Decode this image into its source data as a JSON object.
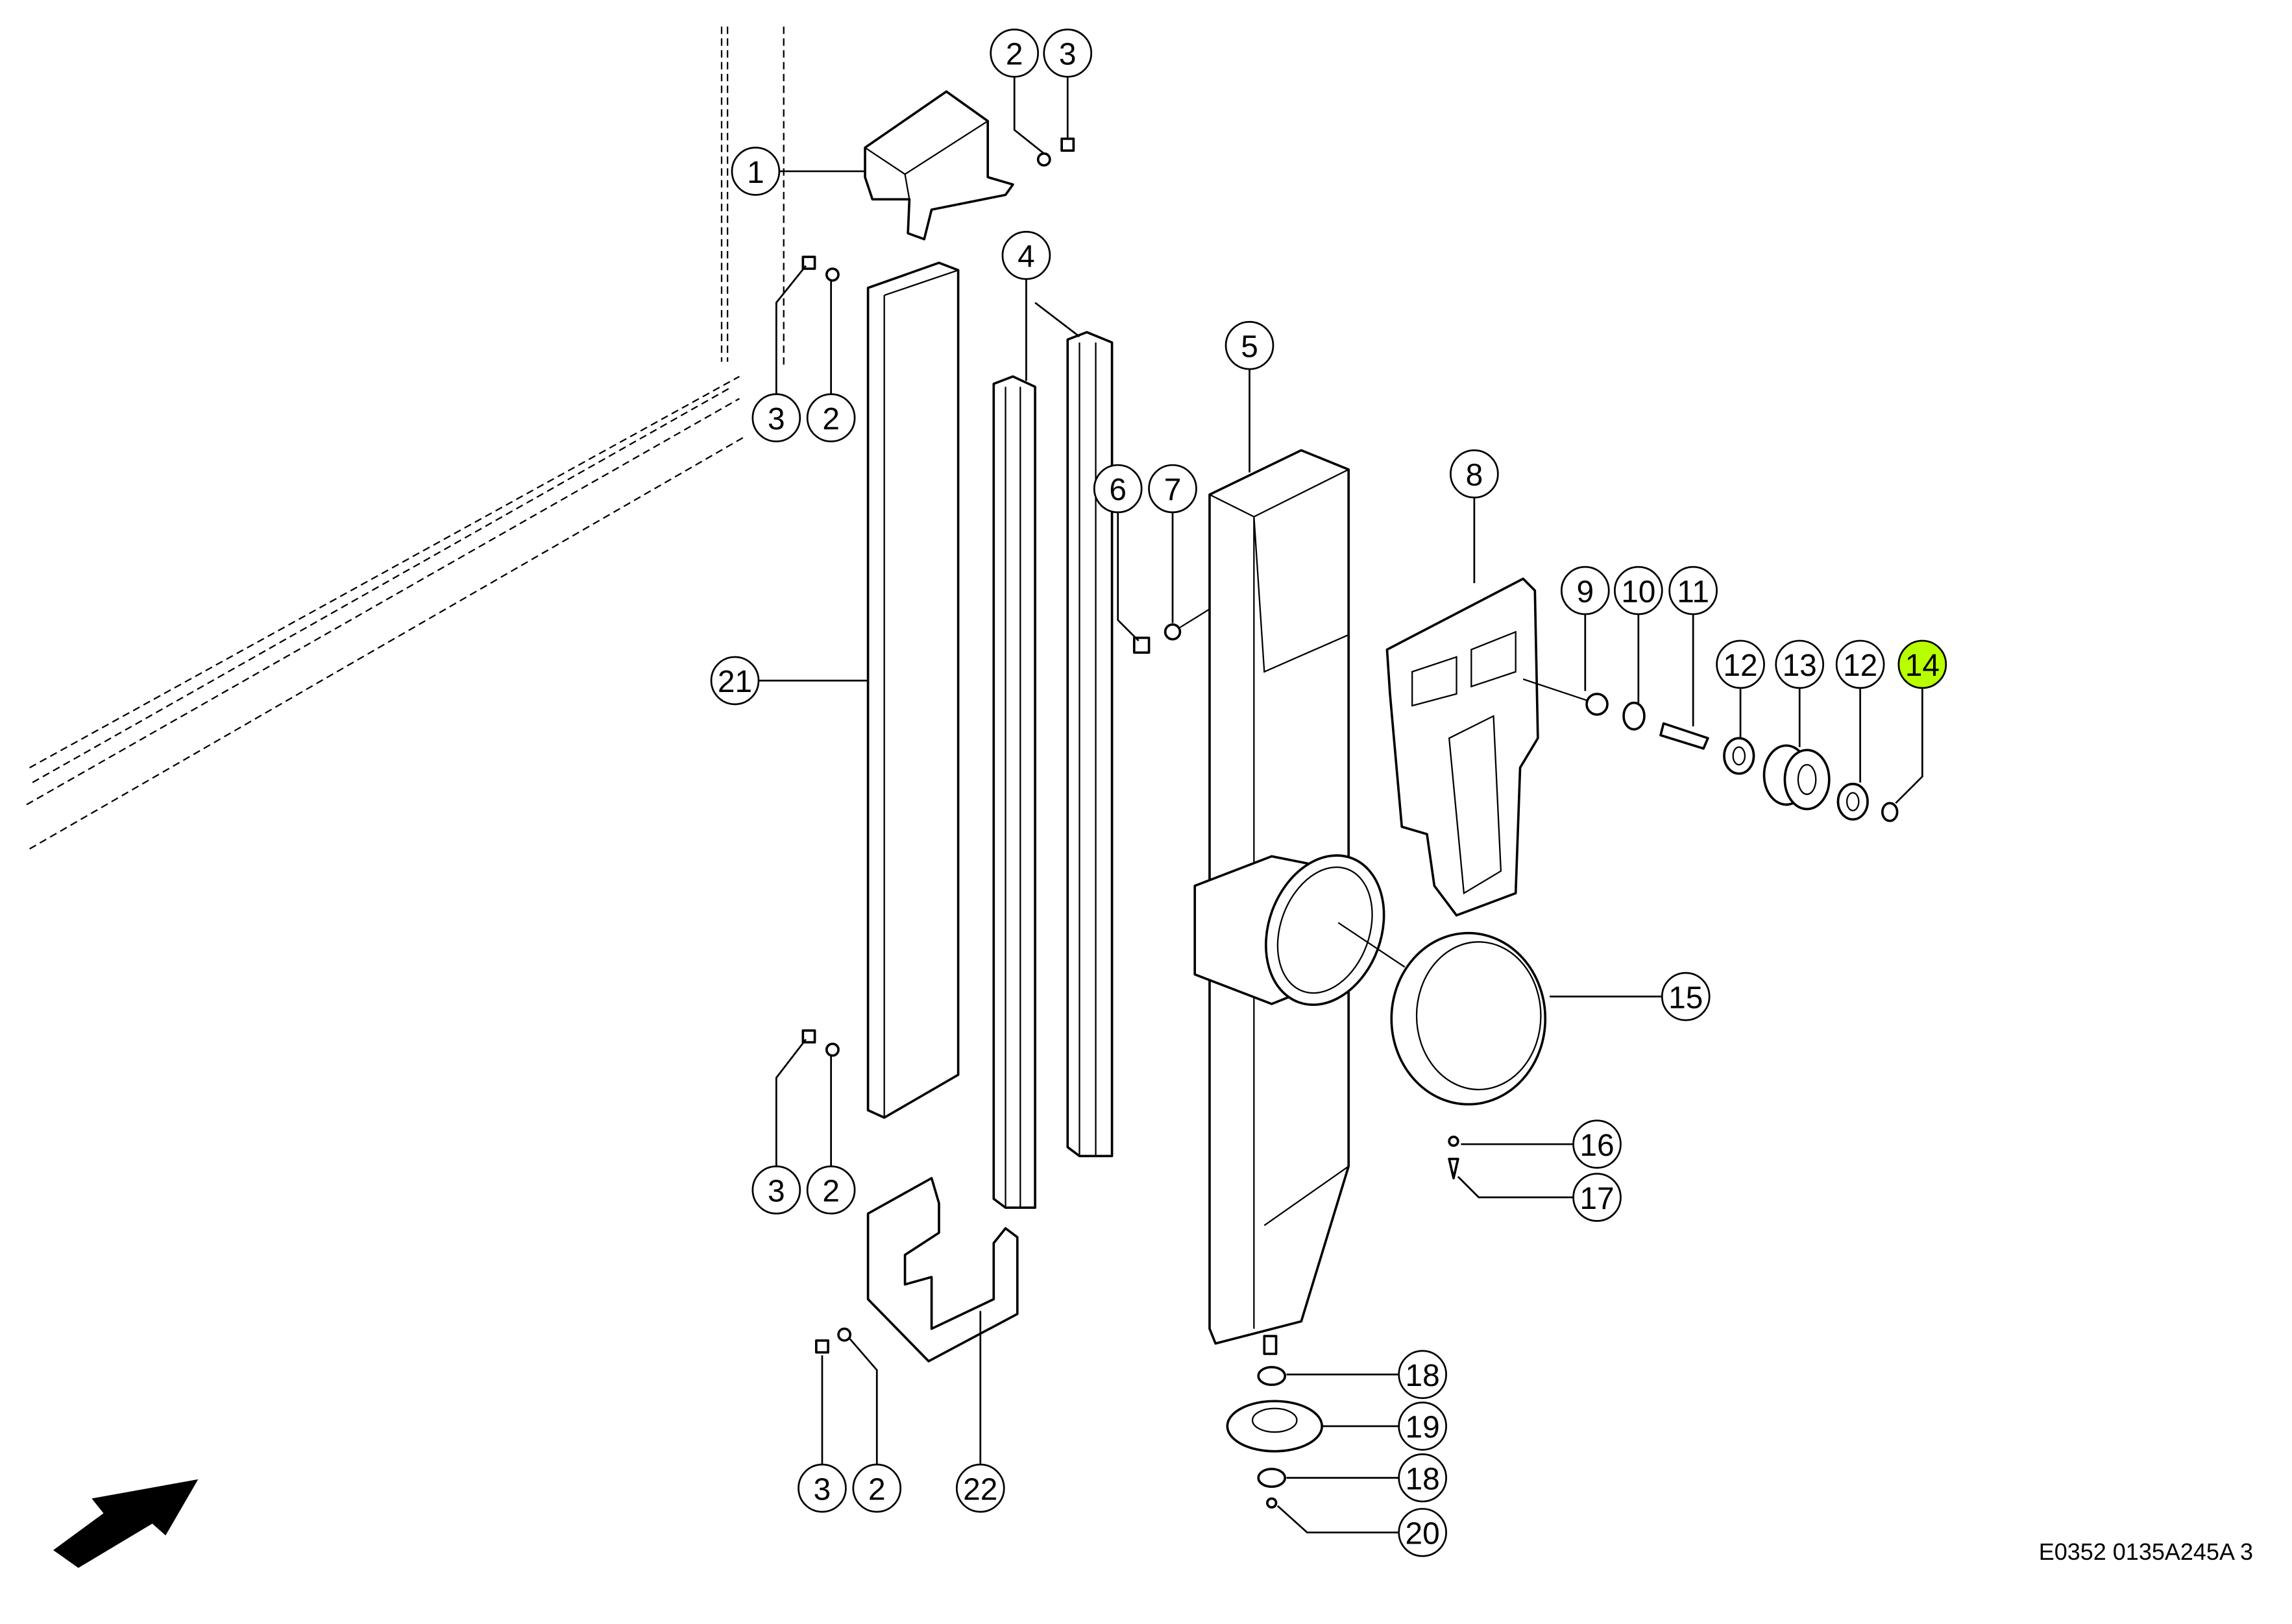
{
  "diagram": {
    "reference_code": "E0352 0135A245A 3",
    "highlight_color": "#b8ff00",
    "highlighted_part": "14",
    "callouts": [
      "1",
      "2",
      "3",
      "3",
      "2",
      "4",
      "5",
      "6",
      "7",
      "8",
      "9",
      "10",
      "11",
      "12",
      "13",
      "12",
      "14",
      "15",
      "16",
      "17",
      "18",
      "19",
      "18",
      "20",
      "21",
      "3",
      "2",
      "3",
      "2",
      "22"
    ],
    "direction_icon": "arrow-icon"
  }
}
